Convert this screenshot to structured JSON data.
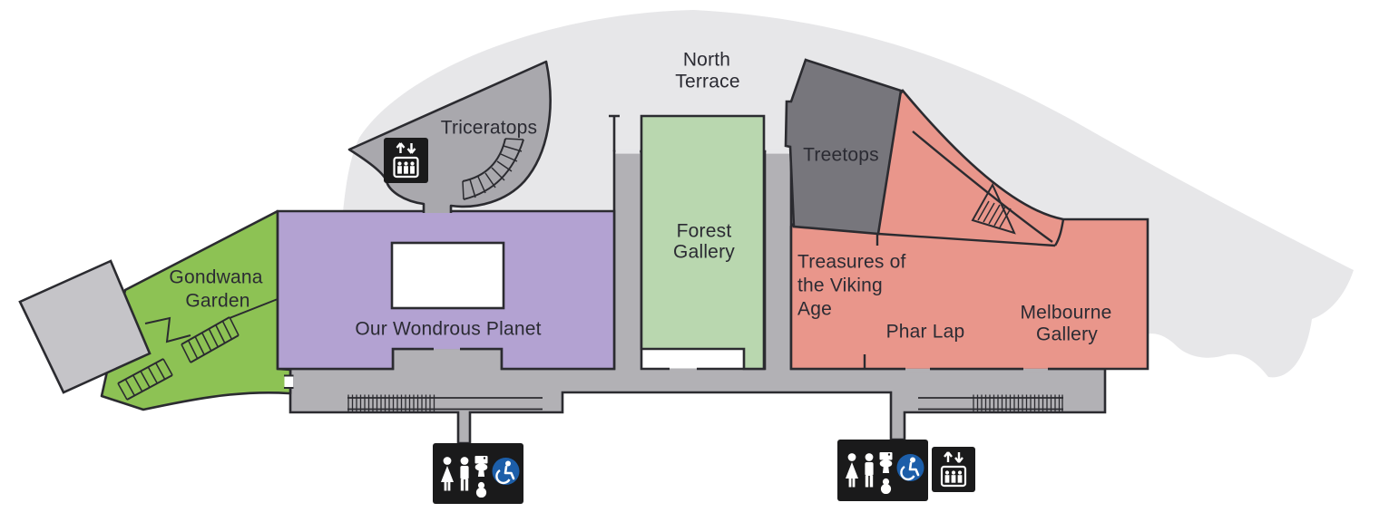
{
  "map": {
    "areas": {
      "north_terrace": {
        "line1": "North",
        "line2": "Terrace"
      },
      "triceratops": {
        "label": "Triceratops"
      },
      "treetops": {
        "label": "Treetops"
      },
      "gondwana_garden": {
        "line1": "Gondwana",
        "line2": "Garden"
      },
      "our_wondrous_planet": {
        "label": "Our Wondrous Planet"
      },
      "forest_gallery": {
        "line1": "Forest",
        "line2": "Gallery"
      },
      "treasures_of_the_viking_age": {
        "line1": "Treasures of",
        "line2": "the Viking",
        "line3": "Age"
      },
      "phar_lap": {
        "label": "Phar Lap"
      },
      "melbourne_gallery": {
        "line1": "Melbourne",
        "line2": "Gallery"
      }
    },
    "icons": {
      "lift_upper": "lift-icon",
      "lift_lower": "lift-icon",
      "toilets_left": "toilets-baby-change-accessible-icon",
      "toilets_right": "toilets-baby-change-accessible-icon"
    },
    "colors": {
      "background_blob": "#e7e7e9",
      "corridor": "#b2b1b5",
      "triceratops_area": "#a9a8ad",
      "entry_pavilion": "#c5c4c8",
      "treetops": "#77767c",
      "gondwana_garden": "#8dc254",
      "forest_gallery": "#b9d7af",
      "our_wondrous_planet": "#b3a2d2",
      "melbourne_gallery": "#e9968b",
      "outline": "#2b2b30",
      "icon_block": "#1a1a1b",
      "accessible_blue": "#1c5ea9",
      "label_text": "#2b2b33"
    }
  }
}
